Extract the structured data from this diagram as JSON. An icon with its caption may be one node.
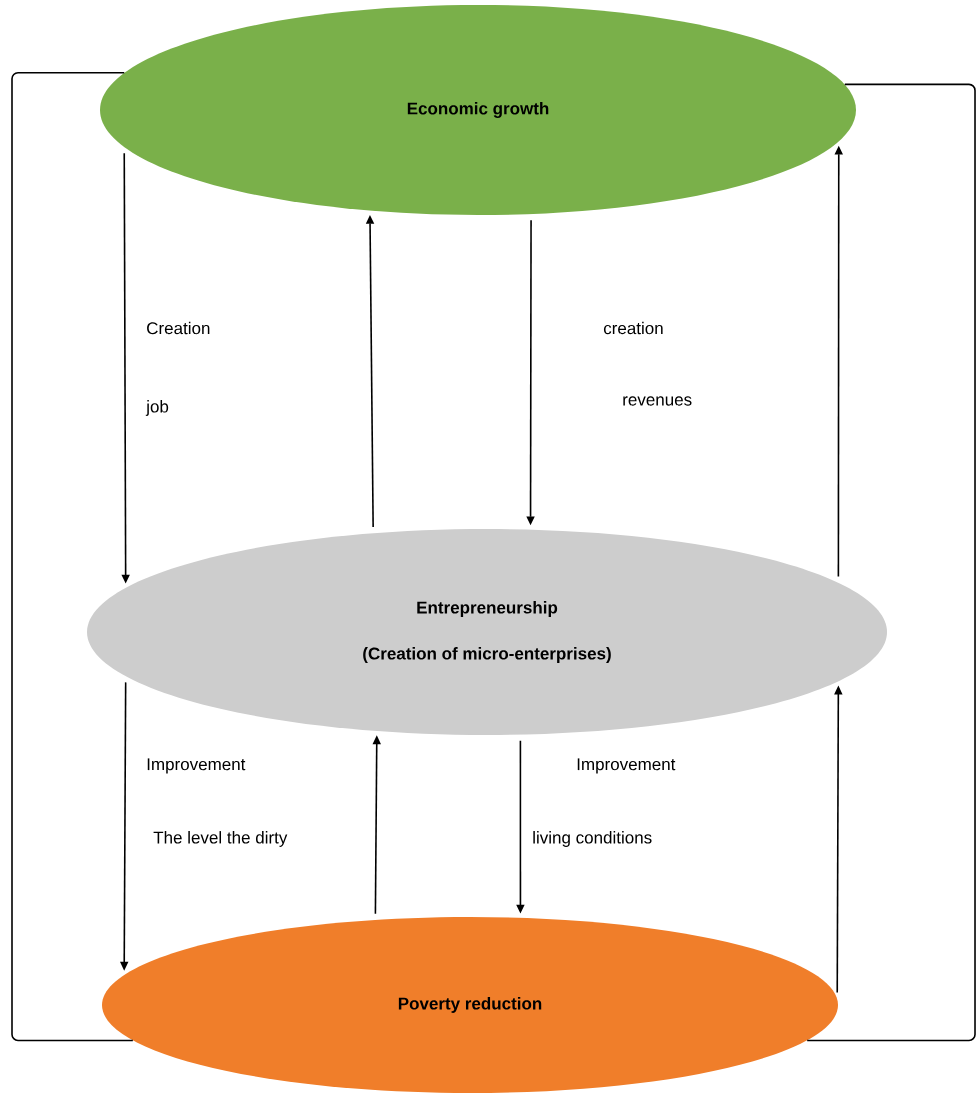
{
  "diagram": {
    "nodes": [
      {
        "text": [
          "Economic growth"
        ]
      },
      {
        "text": [
          "Entrepreneurship",
          "(Creation of micro-enterprises)"
        ]
      },
      {
        "text": [
          "Poverty reduction"
        ]
      }
    ],
    "edges": [
      {
        "from": 0,
        "to": 1,
        "arrow": "to"
      },
      {
        "from": 1,
        "to": 0,
        "arrow": "to"
      },
      {
        "from": 0,
        "to": 1,
        "arrow": "to"
      },
      {
        "from": 1,
        "to": 0,
        "arrow": "to"
      },
      {
        "from": 1,
        "to": 2,
        "arrow": "to"
      },
      {
        "from": 2,
        "to": 1,
        "arrow": "to"
      },
      {
        "from": 1,
        "to": 2,
        "arrow": "to"
      },
      {
        "from": 2,
        "to": 1,
        "arrow": "to"
      },
      {
        "from": 0,
        "to": 2,
        "arrow": "none"
      },
      {
        "from": 0,
        "to": 2,
        "arrow": "none"
      }
    ],
    "labels": [
      "Creation",
      "job",
      "creation",
      "revenues",
      "Improvement",
      "The level the dirty",
      "Improvement",
      "living conditions"
    ]
  }
}
